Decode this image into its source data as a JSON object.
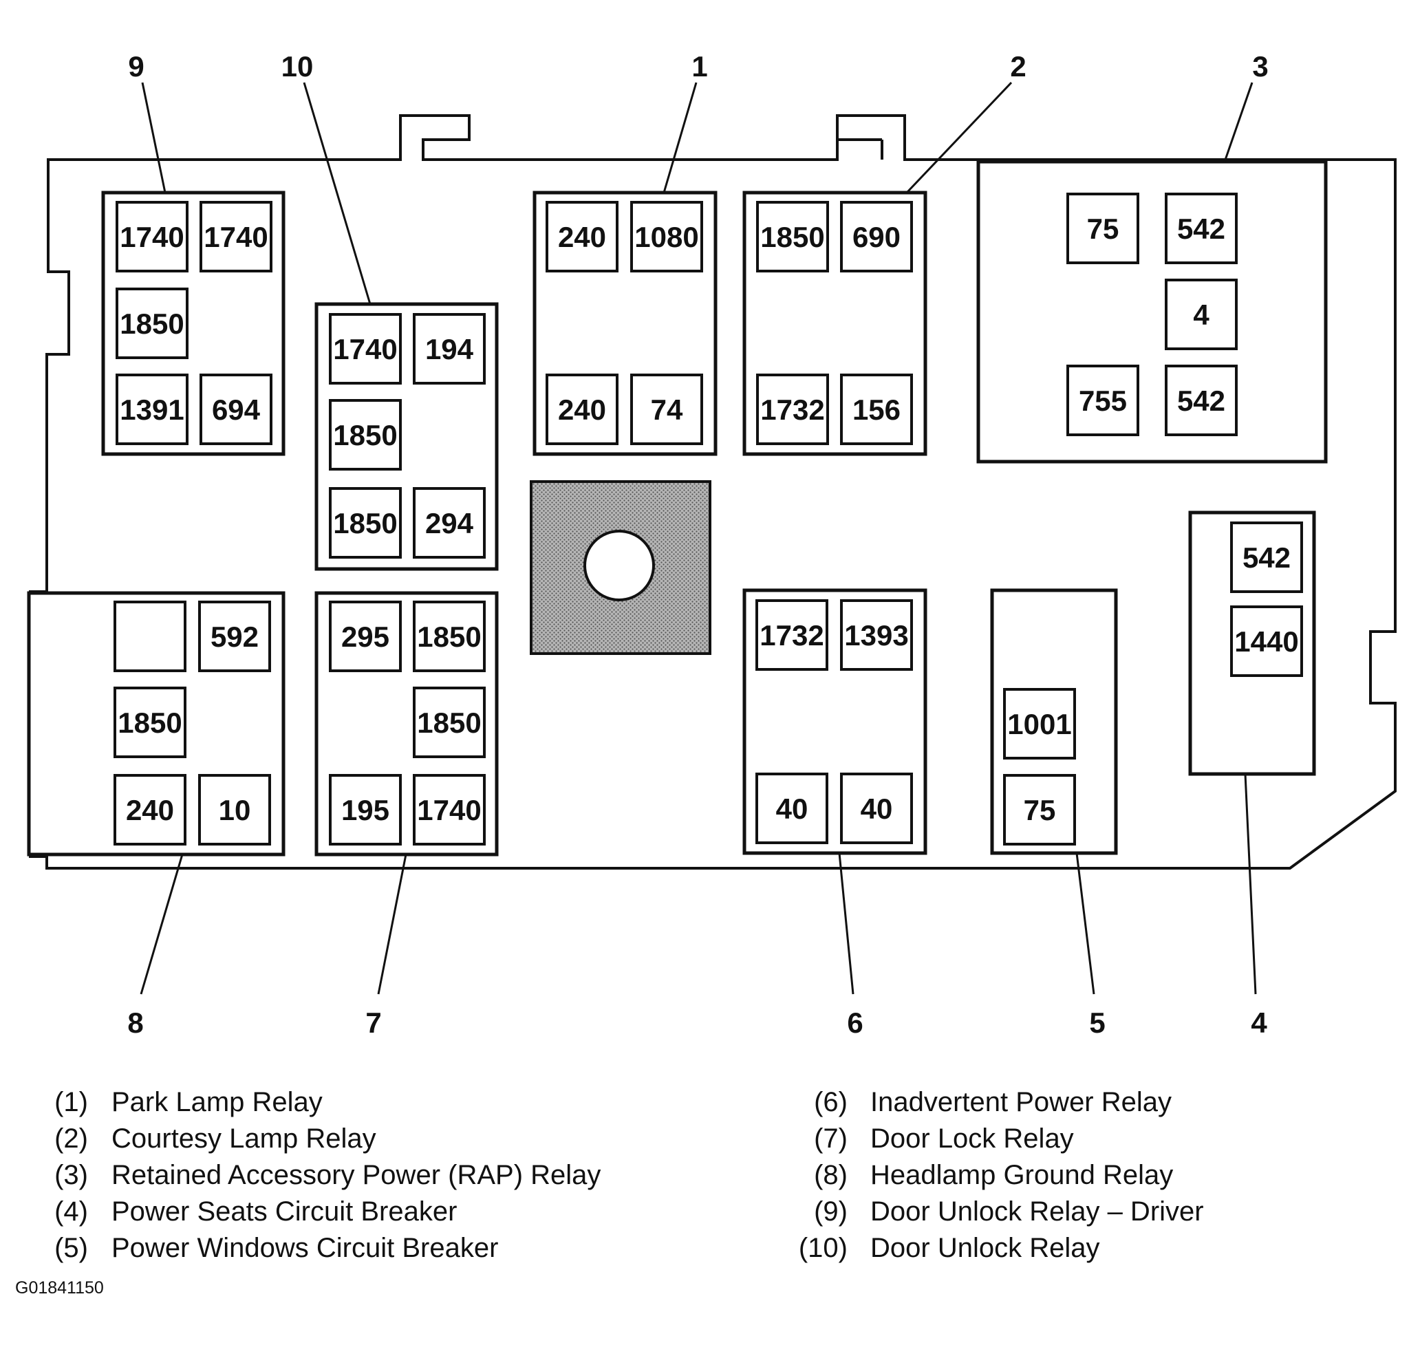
{
  "colors": {
    "stroke": "#111111",
    "background": "#ffffff",
    "hatch": "#8a8a8a"
  },
  "relays": [
    {
      "id": "9",
      "callout": "9",
      "cells": [
        [
          "1740",
          "1740"
        ],
        [
          "1850",
          null
        ],
        [
          "1391",
          "694"
        ]
      ]
    },
    {
      "id": "10",
      "callout": "10",
      "cells": [
        [
          "1740",
          "194"
        ],
        [
          "1850",
          null
        ],
        [
          "1850",
          "294"
        ]
      ]
    },
    {
      "id": "1",
      "callout": "1",
      "cells": [
        [
          "240",
          "1080"
        ],
        [
          null,
          null
        ],
        [
          "240",
          "74"
        ]
      ]
    },
    {
      "id": "2",
      "callout": "2",
      "cells": [
        [
          "1850",
          "690"
        ],
        [
          null,
          null
        ],
        [
          "1732",
          "156"
        ]
      ]
    },
    {
      "id": "3",
      "callout": "3",
      "cells": [
        [
          "75",
          "542"
        ],
        [
          null,
          "4"
        ],
        [
          "755",
          "542"
        ]
      ]
    },
    {
      "id": "8",
      "callout": "8",
      "cells": [
        [
          "",
          "592"
        ],
        [
          "1850",
          null
        ],
        [
          "240",
          "10"
        ]
      ]
    },
    {
      "id": "7",
      "callout": "7",
      "cells": [
        [
          "295",
          "1850"
        ],
        [
          null,
          "1850"
        ],
        [
          "195",
          "1740"
        ]
      ]
    },
    {
      "id": "6",
      "callout": "6",
      "cells": [
        [
          "1732",
          "1393"
        ],
        [
          null,
          null
        ],
        [
          "40",
          "40"
        ]
      ]
    },
    {
      "id": "5",
      "callout": "5",
      "cells": [
        [
          "1001"
        ],
        [
          "75"
        ]
      ]
    },
    {
      "id": "4",
      "callout": "4",
      "cells": [
        [
          "542"
        ],
        [
          "1440"
        ]
      ]
    }
  ],
  "legend_left": [
    {
      "num": "(1)",
      "text": "Park Lamp Relay"
    },
    {
      "num": "(2)",
      "text": "Courtesy Lamp Relay"
    },
    {
      "num": "(3)",
      "text": "Retained Accessory Power (RAP) Relay"
    },
    {
      "num": "(4)",
      "text": "Power Seats Circuit Breaker"
    },
    {
      "num": "(5)",
      "text": "Power Windows Circuit Breaker"
    }
  ],
  "legend_right": [
    {
      "num": "(6)",
      "text": "Inadvertent Power Relay"
    },
    {
      "num": "(7)",
      "text": "Door Lock Relay"
    },
    {
      "num": "(8)",
      "text": "Headlamp Ground Relay"
    },
    {
      "num": "(9)",
      "text": "Door Unlock Relay – Driver"
    },
    {
      "num": "(10)",
      "text": "Door Unlock Relay"
    }
  ],
  "figure_id": "G01841150"
}
